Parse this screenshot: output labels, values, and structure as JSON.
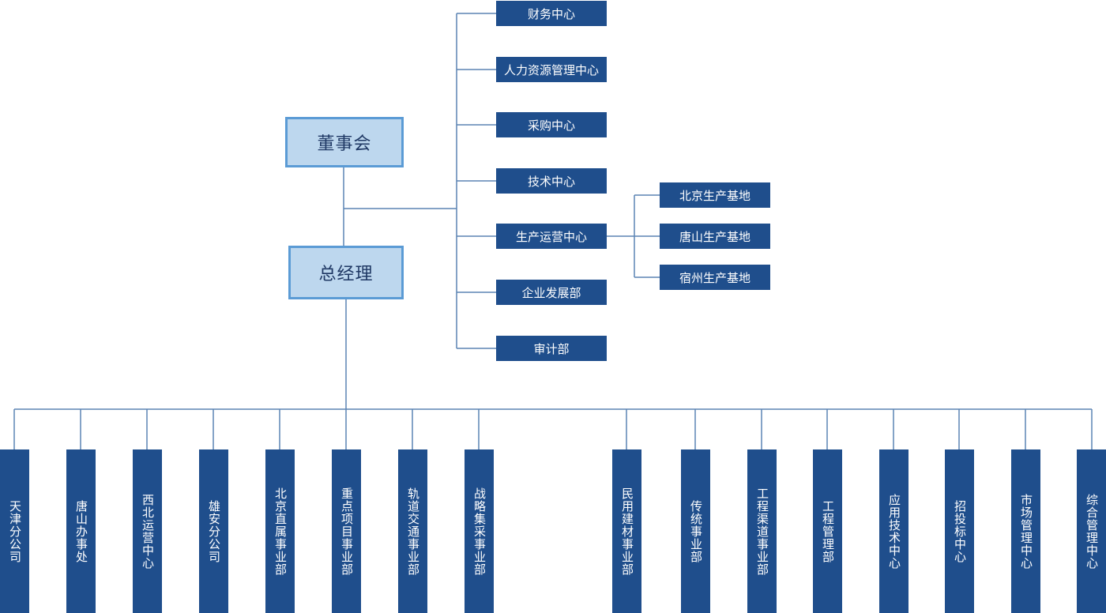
{
  "board": {
    "label": "董事会"
  },
  "gm": {
    "label": "总经理"
  },
  "departments": [
    {
      "label": "财务中心"
    },
    {
      "label": "人力资源管理中心"
    },
    {
      "label": "采购中心"
    },
    {
      "label": "技术中心"
    },
    {
      "label": "生产运营中心"
    },
    {
      "label": "企业发展部"
    },
    {
      "label": "审计部"
    }
  ],
  "production_bases": [
    {
      "label": "北京生产基地"
    },
    {
      "label": "唐山生产基地"
    },
    {
      "label": "宿州生产基地"
    }
  ],
  "branches": [
    {
      "label": "天津分公司"
    },
    {
      "label": "唐山办事处"
    },
    {
      "label": "西北运营中心"
    },
    {
      "label": "雄安分公司"
    },
    {
      "label": "北京直属事业部"
    },
    {
      "label": "重点项目事业部"
    },
    {
      "label": "轨道交通事业部"
    },
    {
      "label": "战略集采事业部"
    },
    {
      "label": "民用建材事业部"
    },
    {
      "label": "传统事业部"
    },
    {
      "label": "工程渠道事业部"
    },
    {
      "label": "工程管理部"
    },
    {
      "label": "应用技术中心"
    },
    {
      "label": "招投标中心"
    },
    {
      "label": "市场管理中心"
    },
    {
      "label": "综合管理中心"
    }
  ],
  "colors": {
    "top_fill": "#bdd7ee",
    "top_border": "#5b9bd5",
    "box_fill": "#1f4e8c",
    "line": "#5b84b4"
  }
}
